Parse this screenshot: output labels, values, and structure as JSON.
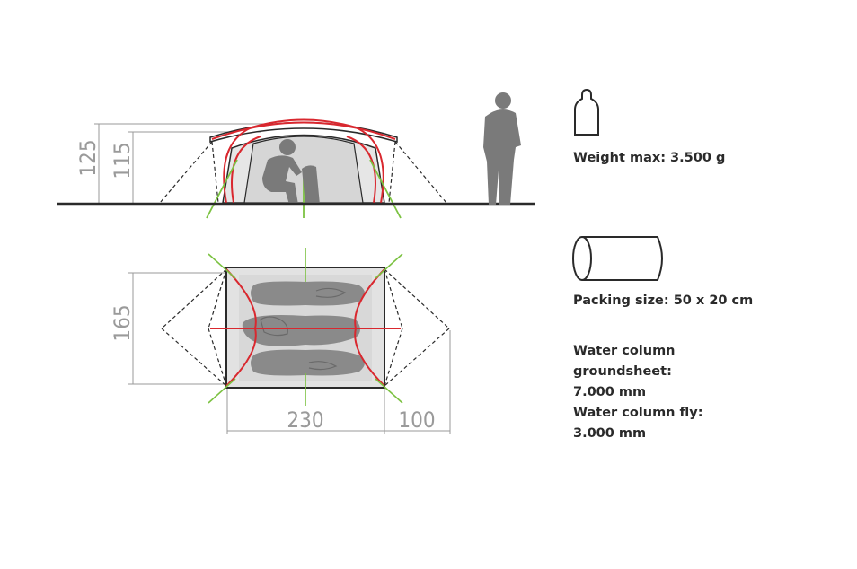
{
  "dimensions": {
    "height_outer": "125",
    "height_inner": "115",
    "width": "165",
    "length": "230",
    "vestibule": "100"
  },
  "specs": {
    "weight": "Weight max: 3.500 g",
    "packing": "Packing size: 50 x 20 cm",
    "water_column_groundsheet_1": "Water column",
    "water_column_groundsheet_2": "groundsheet:",
    "water_column_groundsheet_value": "7.000 mm",
    "water_column_fly_label": "Water column fly:",
    "water_column_fly_value": "3.000 mm"
  },
  "icons": {
    "weight": "weight-icon",
    "packing": "packing-roll-icon"
  },
  "colors": {
    "pole_red": "#d9282f",
    "peg_green": "#7cc242",
    "dimension_grey": "#9a9a9a",
    "tent_grey": "#dcdcdc",
    "figure_grey": "#7a7a7a"
  }
}
